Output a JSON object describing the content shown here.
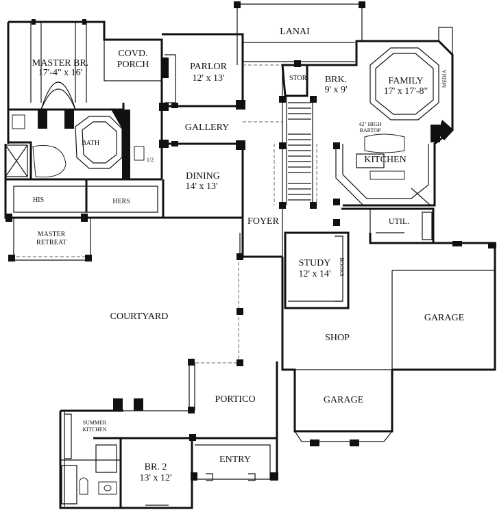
{
  "rooms": {
    "lanai": "LANAI",
    "master_br": "MASTER BR.",
    "master_br_size": "17'-4\" x 16'",
    "covd_porch_1": "COVD.",
    "covd_porch_2": "PORCH",
    "parlor": "PARLOR",
    "parlor_size": "12' x 13'",
    "stor": "STOR.",
    "brk": "BRK.",
    "brk_size": "9' x 9'",
    "family": "FAMILY",
    "family_size": "17' x 17'-8\"",
    "media": "MEDIA",
    "gallery": "GALLERY",
    "bath": "BATH",
    "half_bath": "1/2",
    "bartop_1": "42\" HIGH",
    "bartop_2": "BARTOP",
    "kitchen": "KITCHEN",
    "dining": "DINING",
    "dining_size": "14' x 13'",
    "his": "HIS",
    "hers": "HERS",
    "foyer": "FOYER",
    "util": "UTIL.",
    "master_retreat_1": "MASTER",
    "master_retreat_2": "RETREAT",
    "study": "STUDY",
    "study_size": "12' x 14'",
    "books": "BOOKS",
    "courtyard": "COURTYARD",
    "garage_right": "GARAGE",
    "shop": "SHOP",
    "portico": "PORTICO",
    "garage_center": "GARAGE",
    "summer_kitchen_1": "SUMMER",
    "summer_kitchen_2": "KITCHEN",
    "entry": "ENTRY",
    "br2": "BR. 2",
    "br2_size": "13' x 12'"
  }
}
